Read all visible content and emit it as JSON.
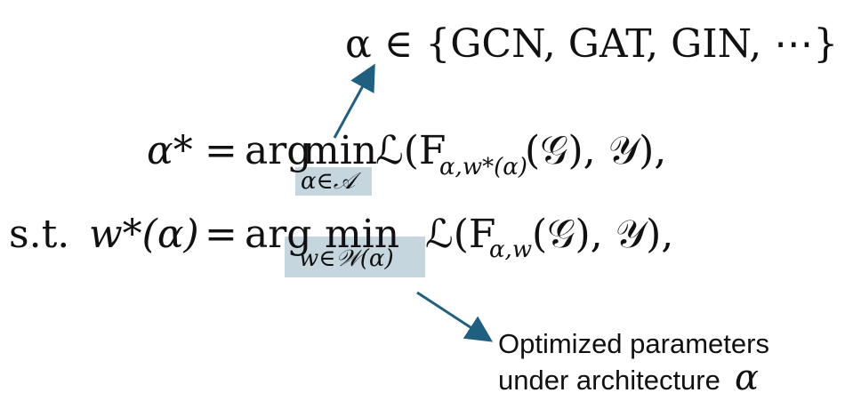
{
  "candidate_set": {
    "text": "α ∈ {GCN, GAT, GIN, ⋯}"
  },
  "equation_1": {
    "lhs": "α*",
    "equals": "=",
    "operator": "arg",
    "min_word": "min",
    "constraint": "α∈𝒜",
    "body": "ℒ(F",
    "body_sub": "α,w*(α)",
    "body_tail": "(𝒢), 𝒴),"
  },
  "equation_2": {
    "prefix": "s.t.",
    "lhs": "w*(α)",
    "equals": "=",
    "operator": "arg",
    "min_word": "min",
    "constraint": "w∈𝒲(α)",
    "body": "ℒ(F",
    "body_sub": "α,w",
    "body_tail": "(𝒢), 𝒴),"
  },
  "annotation": {
    "line1": "Optimized parameters",
    "line2": "under architecture",
    "symbol": "α"
  },
  "colors": {
    "highlight": "#c5d6df",
    "arrow": "#1f5f7f",
    "text": "#111111"
  }
}
